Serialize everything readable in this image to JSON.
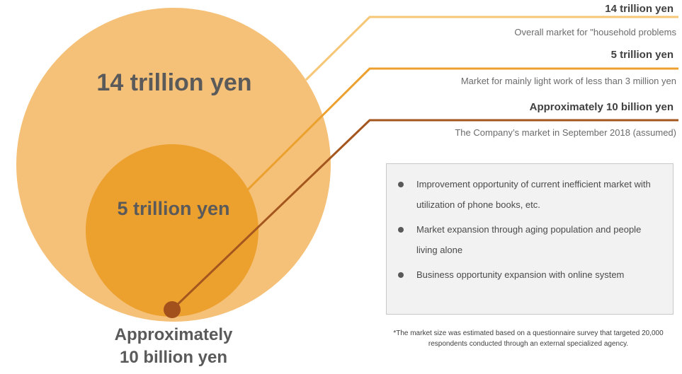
{
  "circles": {
    "large_label": "14 trillion yen",
    "mid_label": "5 trillion yen",
    "small_label_line1": "Approximately",
    "small_label_line2": "10 billion yen"
  },
  "callouts": [
    {
      "title": "14 trillion yen",
      "description": "Overall market for \"household problems"
    },
    {
      "title": "5 trillion yen",
      "description": "Market for mainly light work of less than 3 million yen"
    },
    {
      "title": "Approximately 10 billion yen",
      "description": "The Company’s market in September 2018 (assumed)"
    }
  ],
  "bullets": [
    {
      "text": "Improvement opportunity of current inefficient market with utilization of phone books, etc."
    },
    {
      "text": "Market expansion through aging population and people living alone"
    },
    {
      "text": "Business opportunity expansion with online system"
    }
  ],
  "footnote": "*The market size was estimated based on a questionnaire survey that targeted 20,000 respondents conducted through an   external specialized agency.",
  "colors": {
    "large_circle": "#f5c077",
    "mid_circle": "#eca02e",
    "small_dot": "#a2501c",
    "line_large": "#f6c777",
    "line_mid": "#eca02e",
    "line_small": "#a4561f"
  }
}
